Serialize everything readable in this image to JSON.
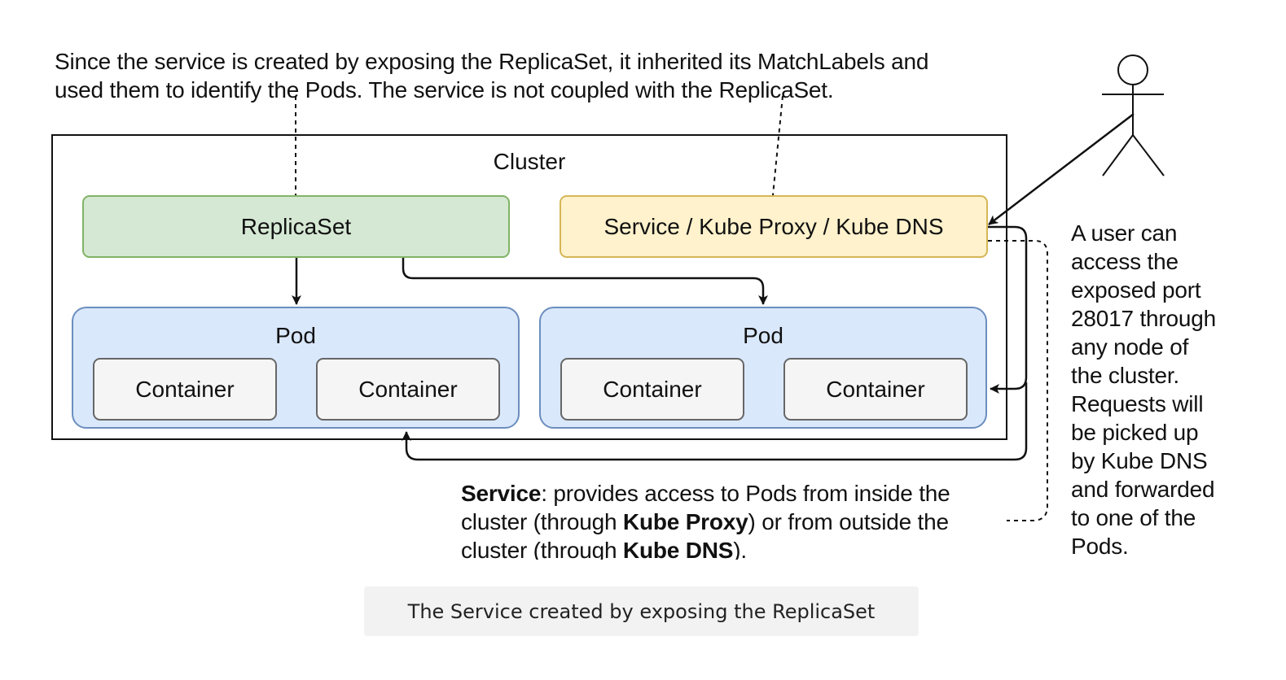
{
  "top_note": {
    "lines": [
      "Since the service is created by exposing the ReplicaSet, it inherited its MatchLabels and",
      "used them to identify the Pods. The service is not coupled with the ReplicaSet."
    ]
  },
  "cluster": {
    "title": "Cluster",
    "replicaset_label": "ReplicaSet",
    "service_label": "Service / Kube Proxy / Kube DNS",
    "pods": [
      {
        "title": "Pod",
        "containers": [
          "Container",
          "Container"
        ]
      },
      {
        "title": "Pod",
        "containers": [
          "Container",
          "Container"
        ]
      }
    ]
  },
  "service_note": {
    "line1_bold": "Service",
    "line1_rest": ": provides access to Pods from inside the",
    "line2_a": "cluster (through ",
    "line2_bold": "Kube Proxy",
    "line2_b": ") or from outside the",
    "line3_a": "cluster (through ",
    "line3_bold": "Kube DNS",
    "line3_b": ")."
  },
  "user_note": {
    "lines": [
      "A user can",
      "access the",
      "exposed port",
      "28017 through",
      "any node of",
      "the cluster.",
      "Requests will",
      "be picked up",
      "by Kube DNS",
      "and forwarded",
      "to one of the",
      "Pods."
    ]
  },
  "caption": "The Service created by exposing the ReplicaSet",
  "colors": {
    "replicaset_fill": "#d5e8d4",
    "replicaset_border": "#82b366",
    "service_fill": "#fff2cc",
    "service_border": "#d6b656",
    "pod_fill": "#dae8fc",
    "pod_border": "#6c8ebf",
    "container_fill": "#f5f5f5",
    "container_border": "#666666"
  }
}
